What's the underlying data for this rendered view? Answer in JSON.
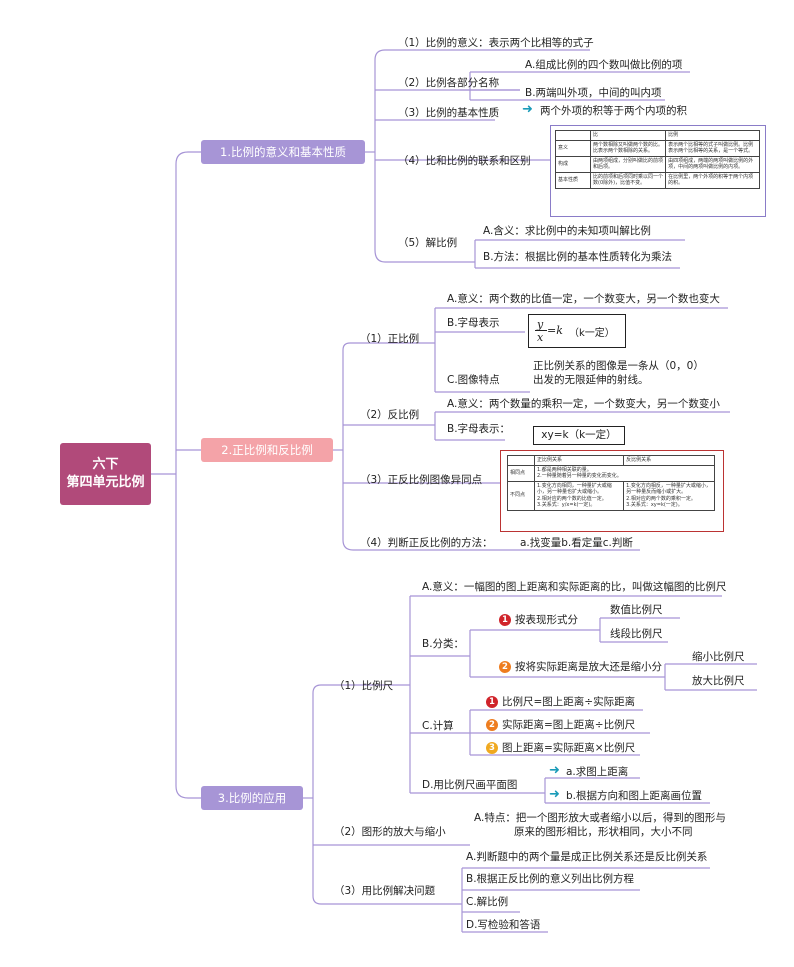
{
  "root": {
    "line1": "六下",
    "line2": "第四单元比例"
  },
  "b1": {
    "title": "1.比例的意义和基本性质",
    "i1": "（1）比例的意义：表示两个比相等的式子",
    "i2": "（2）比例各部分名称",
    "i2a": "A.组成比例的四个数叫做比例的项",
    "i2b": "B.两端叫外项，中间的叫内项",
    "i3": "（3）比例的基本性质",
    "i3a": "两个外项的积等于两个内项的积",
    "i4": "（4）比和比例的联系和区别",
    "i4_table": {
      "h1": "比",
      "h2": "比例",
      "r1": "意义",
      "r1a": "两个数相除又叫做两个数的比。比表示两个数相除的关系。",
      "r1b": "表示两个比相等的式子叫做比例。比例表示两个比相等的关系，是一个等式。",
      "r2": "构成",
      "r2a": "由两项组成，分别叫做比的前项和后项。",
      "r2b": "由四项组成，两端的两项叫做比例的外项，中间的两项叫做比例的内项。",
      "r3": "基本性质",
      "r3a": "比的前项和后项同时乘以同一个数(0除外)，比值不变。",
      "r3b": "在比例里，两个外项的积等于两个内项的积。"
    },
    "i5": "（5）解比例",
    "i5a": "A.含义：求比例中的未知项叫解比例",
    "i5b": "B.方法：根据比例的基本性质转化为乘法"
  },
  "b2": {
    "title": "2.正比例和反比例",
    "i1": "（1）正比例",
    "i1a": "A.意义：两个数的比值一定，一个数变大，另一个数也变大",
    "i1b": "B.字母表示",
    "i1b_num": "y",
    "i1b_den": "x",
    "i1b_eq": "=k",
    "i1b_note": "（k一定）",
    "i1c": "C.图像特点",
    "i1c_desc1": "正比例关系的图像是一条从（0，0）",
    "i1c_desc2": "出发的无限延伸的射线。",
    "i2": "（2）反比例",
    "i2a": "A.意义：两个数量的乘积一定，一个数变大，另一个数变小",
    "i2b": "B.字母表示：",
    "i2b_formula": "xy=k（k一定）",
    "i3": "（3）正反比例图像异同点",
    "i3_table": {
      "h1": "正比例关系",
      "h2": "反比例关系",
      "r1": "相同点",
      "r1a": "1.都是两种相关联的量。",
      "r1b": "2.一种量随着另一种量的变化而变化。",
      "r2": "不同点",
      "r2a1": "1.变化方向相同，一种量扩大或缩小，另一种量也扩大或缩小。",
      "r2a2": "2.相对应的两个数的比值一定。",
      "r2a3": "3.关系式：y/x=k(一定)。",
      "r2b1": "1.变化方向相反，一种量扩大或缩小，另一种量反而缩小或扩大。",
      "r2b2": "2.相对应的两个数的乘积一定。",
      "r2b3": "3.关系式：xy=k(一定)。"
    },
    "i4": "（4）判断正反比例的方法：",
    "i4a": "a.找变量b.看定量c.判断"
  },
  "b3": {
    "title": "3.比例的应用",
    "i1": "（1）比例尺",
    "i1a": "A.意义：一幅图的图上距离和实际距离的比，叫做这幅图的比例尺",
    "i1b": "B.分类：",
    "i1b1": "按表现形式分",
    "i1b1a": "数值比例尺",
    "i1b1b": "线段比例尺",
    "i1b2": "按将实际距离是放大还是缩小分",
    "i1b2a": "缩小比例尺",
    "i1b2b": "放大比例尺",
    "i1c": "C.计算",
    "i1c1": "比例尺=图上距离÷实际距离",
    "i1c2": "实际距离=图上距离÷比例尺",
    "i1c3": "图上距离=实际距离×比例尺",
    "i1d": "D.用比例尺画平面图",
    "i1d1": "a.求图上距离",
    "i1d2": "b.根据方向和图上距离画位置",
    "i2": "（2）图形的放大与缩小",
    "i2a1": "A.特点：把一个图形放大或者缩小以后，得到的图形与",
    "i2a2": "原来的图形相比，形状相同，大小不同",
    "i3": "（3）用比例解决问题",
    "i3a": "A.判断题中的两个量是成正比例关系还是反比例关系",
    "i3b": "B.根据正反比例的意义列出比例方程",
    "i3c": "C.解比例",
    "i3d": "D.写检验和答语"
  },
  "numbers": {
    "n1": "1",
    "n2": "2",
    "n3": "3"
  },
  "colors": {
    "line": "#a795d6",
    "root": "#b14a7a",
    "branch_purple": "#a795d6",
    "branch_pink": "#f4a3a8",
    "badge_red": "#d0242b",
    "badge_orange": "#ee7d1f",
    "badge_yellow": "#f0a920",
    "arrow": "#1a9bb8"
  },
  "icons": {
    "arrow": "right-arrow-icon"
  }
}
